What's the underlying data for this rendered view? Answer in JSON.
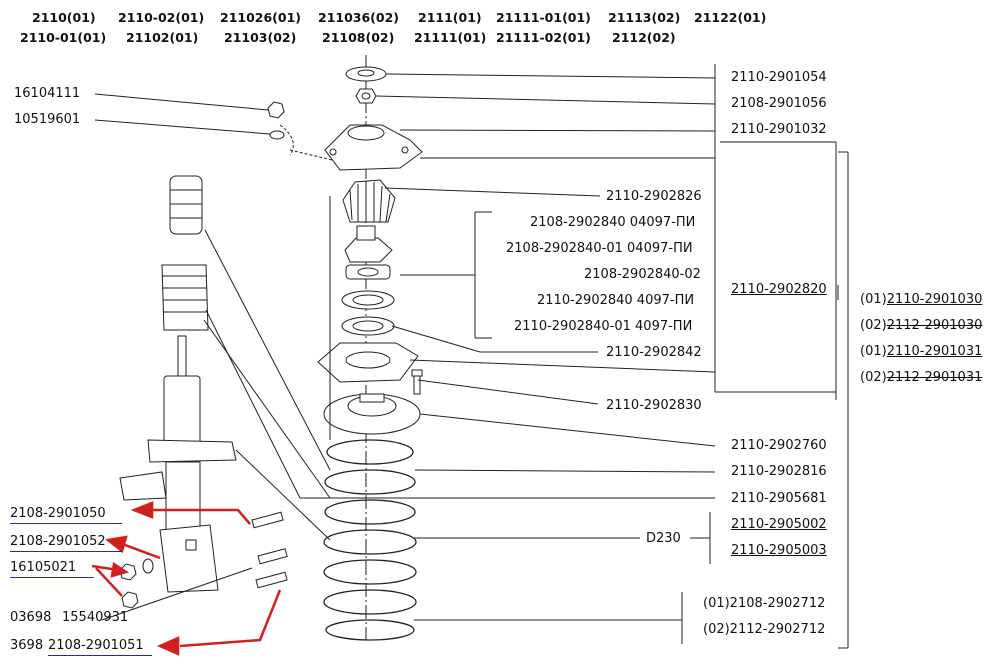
{
  "header": {
    "col1": [
      "2110(01)",
      "2110-01(01)"
    ],
    "col2": [
      "2110-02(01)",
      "21102(01)"
    ],
    "col3": [
      "211026(01)",
      "21103(02)"
    ],
    "col4": [
      "211036(02)",
      "21108(02)"
    ],
    "col5": [
      "2111(01)",
      "21111(01)"
    ],
    "col6": [
      "21111-01(01)",
      "21111-02(01)"
    ],
    "col7": [
      "21113(02)",
      "2112(02)"
    ],
    "col8": [
      "21122(01)"
    ]
  },
  "left_labels": {
    "nut_1": "16104111",
    "washer_1": "10519601",
    "part_1050": "2108-2901050",
    "part_1052": "2108-2901052",
    "nut_2": "16105021",
    "bolt_prefix": "03698",
    "bolt_1": "15540931",
    "bolt2_prefix": "3698",
    "bolt_2": "2108-2901051"
  },
  "right_labels": {
    "r1": "2110-2901054",
    "r2": "2108-2901056",
    "r3": "2110-2901032",
    "r4": "2110-2902826",
    "r5a": "2108-2902840 04097-ПИ",
    "r5b": "2108-2902840-01 04097-ПИ",
    "r5c": "2108-2902840-02",
    "r5d": "2110-2902840 4097-ПИ",
    "r5e": "2110-2902840-01 4097-ПИ",
    "r6": "2110-2902842",
    "r7": "2110-2902830",
    "r8": "2110-2902760",
    "r9": "2110-2902816",
    "r10": "2110-2905681",
    "d230": "D230",
    "r11a": "2110-2905002",
    "r11b": "2110-2905003",
    "r12a": "(01)2108-2902712",
    "r12b": "(02)2112-2902712",
    "module": "2110-2902820"
  },
  "assembly_labels": {
    "a1_prefix": "(01)",
    "a1": "2110-2901030",
    "a2_prefix": "(02)",
    "a2": "2112-2901030",
    "a3_prefix": "(01)",
    "a3": "2110-2901031",
    "a4_prefix": "(02)",
    "a4": "2112-2901031"
  },
  "colors": {
    "arrow": "#d41f1f",
    "underline": "#2a2aa0",
    "line": "#222222"
  }
}
